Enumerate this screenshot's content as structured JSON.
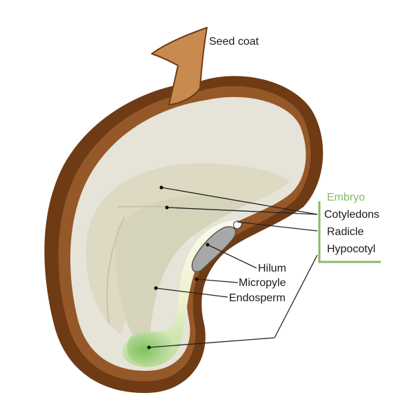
{
  "labels": {
    "seed_coat": "Seed coat",
    "embryo": "Embryo",
    "cotyledons": "Cotyledons",
    "radicle": "Radicle",
    "hypocotyl": "Hypocotyl",
    "hilum": "Hilum",
    "micropyle": "Micropyle",
    "endosperm": "Endosperm"
  },
  "colors": {
    "seed_coat_dark": "#6e3b15",
    "seed_coat_mid": "#955828",
    "seed_coat_light": "#c98a4f",
    "endosperm": "#e6e3d8",
    "cotyledon": "#ddd9c2",
    "radicle_tip": "#7fc15b",
    "hilum": "#a8a8a8",
    "embryo_bracket": "#86b96a"
  }
}
